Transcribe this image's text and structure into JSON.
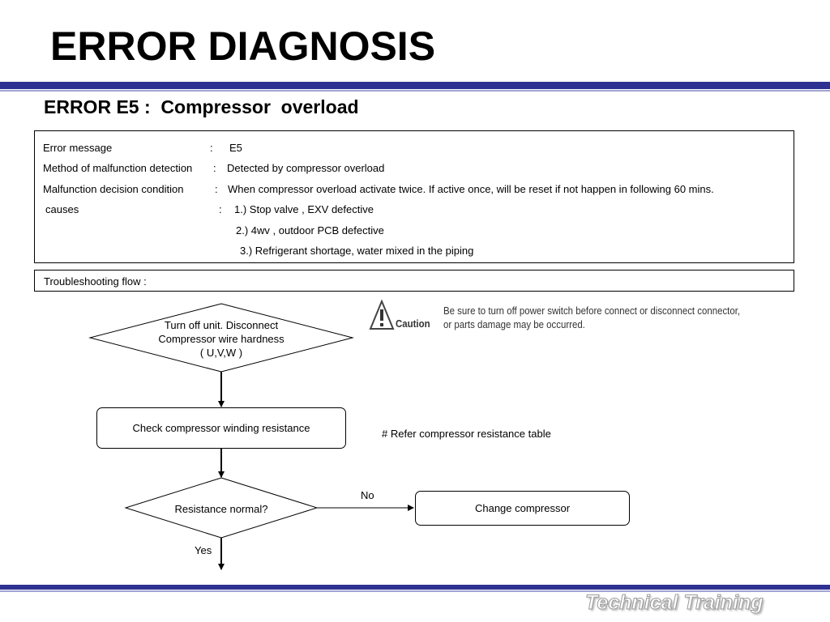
{
  "title": "ERROR DIAGNOSIS",
  "subtitle": "ERROR E5 :  Compressor  overload",
  "info": {
    "rows": [
      {
        "label": "Error message",
        "colon": ":",
        "value": "E5"
      },
      {
        "label": "Method of malfunction detection",
        "colon": ":",
        "value": "Detected by compressor  overload"
      },
      {
        "label": "Malfunction decision condition",
        "colon": ":",
        "value": "When compressor overload activate twice. If active once, will be reset if not happen in following 60 mins."
      },
      {
        "label": "causes",
        "colon": ":",
        "value": "1.) Stop valve , EXV defective"
      },
      {
        "label": "",
        "colon": "",
        "value": "2.) 4wv , outdoor PCB defective"
      },
      {
        "label": "",
        "colon": "",
        "value": "3.) Refrigerant shortage, water mixed in the piping"
      }
    ]
  },
  "troubleshooting_label": "Troubleshooting flow  :",
  "caution": {
    "word": "Caution",
    "line1": "Be sure to turn off power switch before connect or disconnect connector,",
    "line2": "or parts damage may be occurred."
  },
  "flow": {
    "step1_line1": "Turn off unit. Disconnect",
    "step1_line2": "Compressor wire hardness",
    "step1_line3": "( U,V,W )",
    "step2": "Check compressor winding resistance",
    "step2_note": "# Refer compressor resistance table",
    "decision": "Resistance normal?",
    "no_label": "No",
    "yes_label": "Yes",
    "no_action": "Change compressor"
  },
  "footer": "Technical Training",
  "colors": {
    "accent": "#2e3192"
  }
}
